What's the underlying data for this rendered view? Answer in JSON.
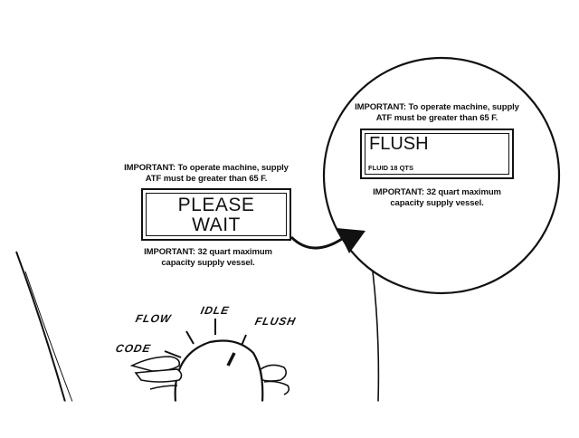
{
  "left_panel": {
    "important_top_line1": "IMPORTANT: To operate machine, supply",
    "important_top_line2": "ATF must be greater than 65 F.",
    "display_line1": "PLEASE",
    "display_line2": "WAIT",
    "important_bottom_line1": "IMPORTANT: 32 quart maximum",
    "important_bottom_line2": "capacity supply vessel."
  },
  "zoom_panel": {
    "important_top_line1": "IMPORTANT: To operate machine, supply",
    "important_top_line2": "ATF must be greater than 65 F.",
    "display_title": "FLUSH",
    "display_sub": "FLUID 18 QTS",
    "important_bottom_line1": "IMPORTANT: 32 quart maximum",
    "important_bottom_line2": "capacity supply vessel."
  },
  "knob": {
    "labels": {
      "code": "CODE",
      "flow": "FLOW",
      "idle": "IDLE",
      "flush": "FLUSH"
    },
    "selected": "FLUSH"
  },
  "colors": {
    "ink": "#111111",
    "paper": "#ffffff"
  }
}
